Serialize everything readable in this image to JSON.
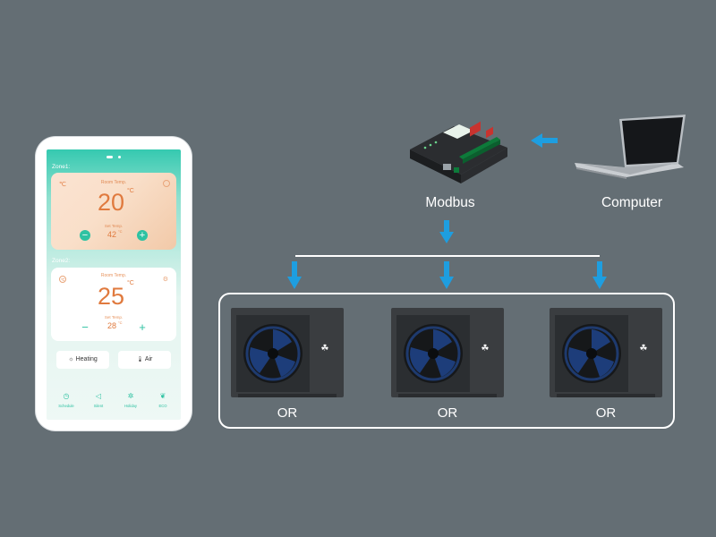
{
  "colors": {
    "background": "#646e74",
    "arrow": "#1e9ee0",
    "accent": "#2ec2a2",
    "temp": "#e07a3e",
    "line": "#ffffff"
  },
  "phone": {
    "zone1": {
      "label": "Zone1:",
      "room_label": "Room Temp.",
      "room_temp": "20",
      "unit": "°C",
      "set_label": "Set Temp.",
      "set_temp": "42",
      "set_unit": "°C",
      "minus": "−",
      "plus": "+"
    },
    "zone2": {
      "label": "Zone2:",
      "room_label": "Room Temp.",
      "room_temp": "25",
      "unit": "°C",
      "set_label": "Set Temp.",
      "set_temp": "28",
      "set_unit": "°C",
      "minus": "−",
      "plus": "+"
    },
    "modes": [
      {
        "icon": "sun-icon",
        "glyph": "☼",
        "label": "Heating"
      },
      {
        "icon": "thermometer-icon",
        "glyph": "🌡",
        "label": "Air"
      }
    ],
    "nav": [
      {
        "icon": "clock-icon",
        "glyph": "◷",
        "label": "Schedule"
      },
      {
        "icon": "speaker-icon",
        "glyph": "◁",
        "label": "Silent"
      },
      {
        "icon": "palm-icon",
        "glyph": "✲",
        "label": "Holiday"
      },
      {
        "icon": "leaf-icon",
        "glyph": "❦",
        "label": "ECO"
      }
    ]
  },
  "diagram": {
    "modbus_label": "Modbus",
    "computer_label": "Computer",
    "or_labels": [
      "OR",
      "OR",
      "OR"
    ]
  }
}
